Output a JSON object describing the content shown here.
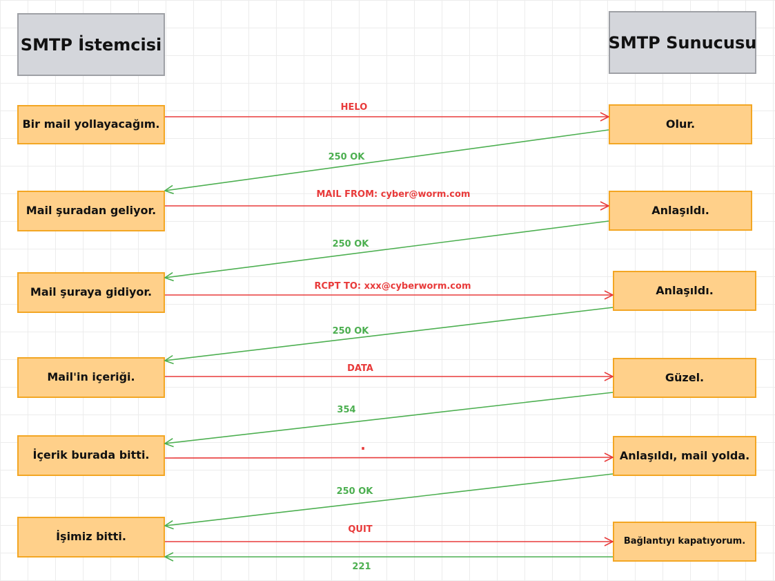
{
  "client": {
    "title": "SMTP İstemcisi",
    "steps": [
      "Bir mail yollayacağım.",
      "Mail şuradan geliyor.",
      "Mail şuraya gidiyor.",
      "Mail'in içeriği.",
      "İçerik burada bitti.",
      "İşimiz bitti."
    ]
  },
  "server": {
    "title": "SMTP Sunucusu",
    "steps": [
      "Olur.",
      "Anlaşıldı.",
      "Anlaşıldı.",
      "Güzel.",
      "Anlaşıldı, mail yolda.",
      "Bağlantıyı kapatıyorum."
    ]
  },
  "commands": [
    "HELO",
    "MAIL FROM: cyber@worm.com",
    "RCPT TO: xxx@cyberworm.com",
    "DATA",
    ".",
    "QUIT"
  ],
  "replies": [
    "250 OK",
    "250 OK",
    "250 OK",
    "354",
    "250 OK",
    "221"
  ],
  "colors": {
    "command": "#e83a3a",
    "reply": "#4caf50",
    "box_fill": "#ffd08a",
    "box_border": "#f3a623",
    "header_fill": "#d4d6db",
    "header_border": "#9ea0a5"
  }
}
